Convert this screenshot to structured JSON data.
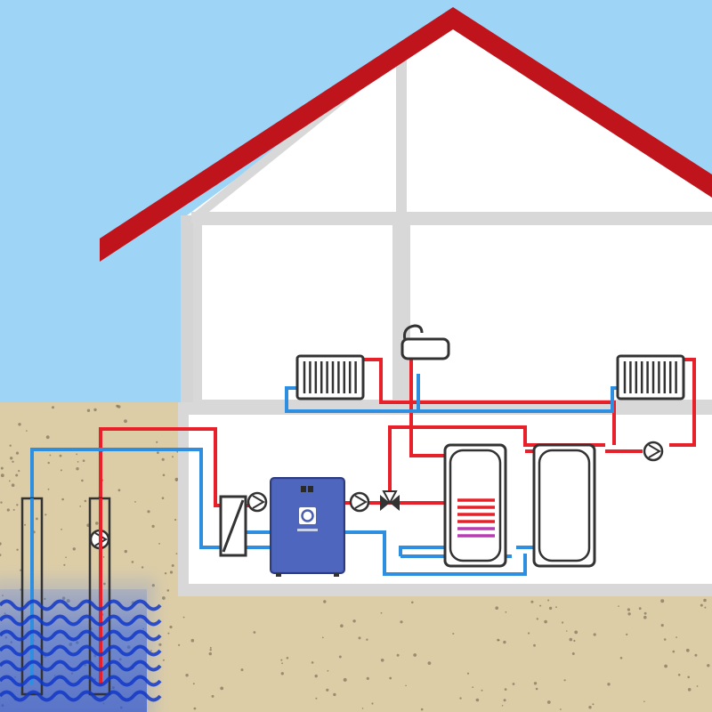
{
  "scene": {
    "colors": {
      "sky": "#9ed4f5",
      "ground": "#dccda7",
      "ground_speckle": "#6e624a",
      "wall": "#ffffff",
      "wall_frame": "#d4d4d4",
      "roof": "#c0141c",
      "hot_pipe": "#e8202a",
      "cold_pipe": "#2e8fe0",
      "heat_pump_body": "#4a5fb4",
      "water": "#1a44d0"
    },
    "icons": [
      "roof",
      "house-wall",
      "radiator",
      "sink-tap",
      "circulation-pump",
      "heat-exchanger",
      "heat-pump-unit",
      "three-way-valve",
      "hot-water-storage-tank",
      "buffer-tank",
      "well-pipe",
      "groundwater"
    ]
  }
}
